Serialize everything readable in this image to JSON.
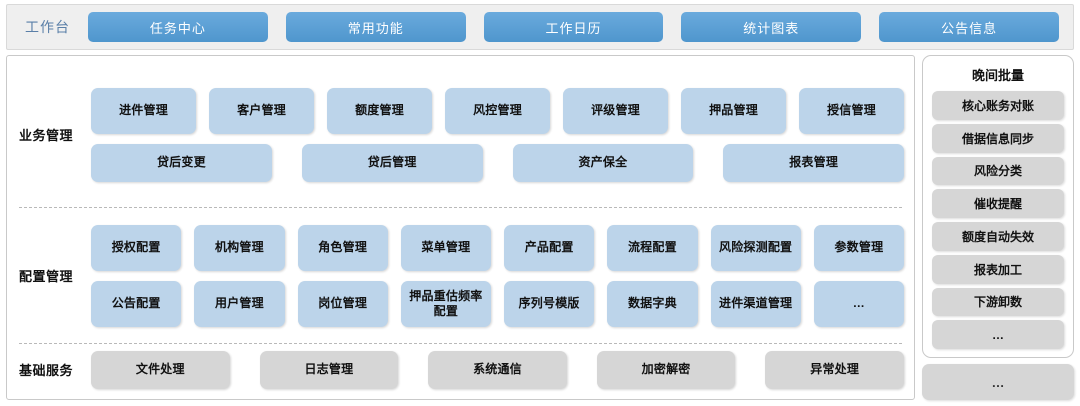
{
  "topbar": {
    "title": "工作台",
    "tabs": [
      {
        "label": "任务中心"
      },
      {
        "label": "常用功能"
      },
      {
        "label": "工作日历"
      },
      {
        "label": "统计图表"
      },
      {
        "label": "公告信息"
      }
    ]
  },
  "sections": {
    "business": {
      "label": "业务管理",
      "row1": [
        {
          "label": "进件管理"
        },
        {
          "label": "客户管理"
        },
        {
          "label": "额度管理"
        },
        {
          "label": "风控管理"
        },
        {
          "label": "评级管理"
        },
        {
          "label": "押品管理"
        },
        {
          "label": "授信管理"
        }
      ],
      "row2": [
        {
          "label": "贷后变更"
        },
        {
          "label": "贷后管理"
        },
        {
          "label": "资产保全"
        },
        {
          "label": "报表管理"
        }
      ]
    },
    "config": {
      "label": "配置管理",
      "row1": [
        {
          "label": "授权配置"
        },
        {
          "label": "机构管理"
        },
        {
          "label": "角色管理"
        },
        {
          "label": "菜单管理"
        },
        {
          "label": "产品配置"
        },
        {
          "label": "流程配置"
        },
        {
          "label": "风险探测配置"
        },
        {
          "label": "参数管理"
        }
      ],
      "row2": [
        {
          "label": "公告配置"
        },
        {
          "label": "用户管理"
        },
        {
          "label": "岗位管理"
        },
        {
          "label": "押品重估频率配置"
        },
        {
          "label": "序列号模版"
        },
        {
          "label": "数据字典"
        },
        {
          "label": "进件渠道管理"
        },
        {
          "label": "…"
        }
      ]
    },
    "base": {
      "label": "基础服务",
      "row1": [
        {
          "label": "文件处理"
        },
        {
          "label": "日志管理"
        },
        {
          "label": "系统通信"
        },
        {
          "label": "加密解密"
        },
        {
          "label": "异常处理"
        }
      ]
    }
  },
  "batch_panel": {
    "title": "晚间批量",
    "items": [
      {
        "label": "核心账务对账"
      },
      {
        "label": "借据信息同步"
      },
      {
        "label": "风险分类"
      },
      {
        "label": "催收提醒"
      },
      {
        "label": "额度自动失效"
      },
      {
        "label": "报表加工"
      },
      {
        "label": "下游卸数"
      },
      {
        "label": "…"
      }
    ],
    "more_label": "…"
  },
  "colors": {
    "accent_blue": "#4f96cd",
    "card_blue": "#bcd4ea",
    "card_gray": "#d6d6d6",
    "topbar_bg": "#efefef",
    "title_text": "#5a7fa8"
  }
}
